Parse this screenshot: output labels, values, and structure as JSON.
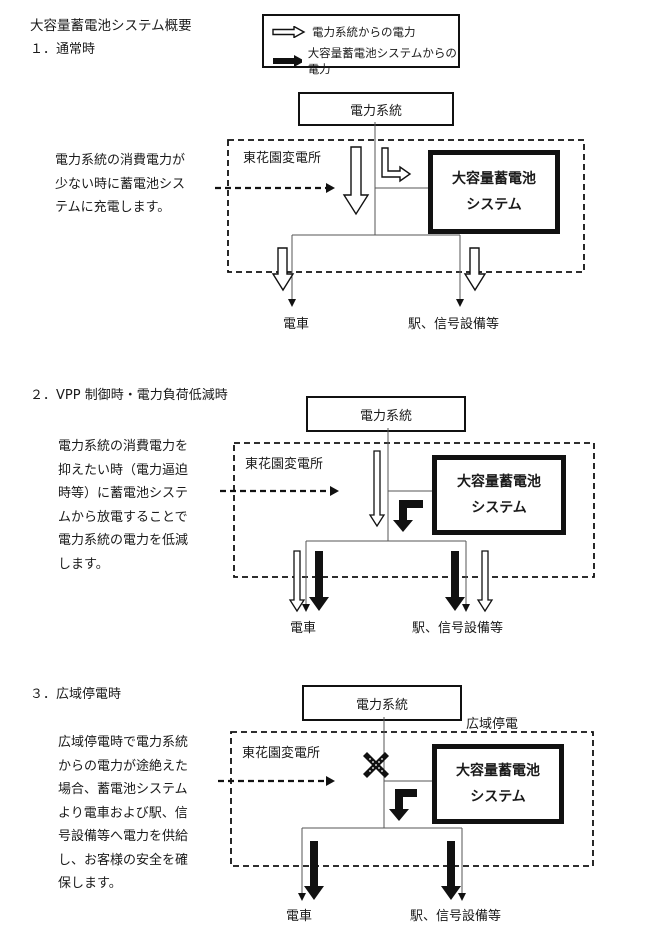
{
  "title": "大容量蓄電池システム概要",
  "legend": {
    "grid_power": "電力系統からの電力",
    "battery_power": "大容量蓄電池システムからの電力"
  },
  "sections": [
    {
      "heading": "１．通常時",
      "grid_label": "電力系統",
      "substation_label": "東花園変電所",
      "battery_label": "大容量蓄電池\nシステム",
      "description": "電力系統の消費電力が\n少ない時に蓄電池シス\nテムに充電します。",
      "load_train": "電車",
      "load_station": "駅、信号設備等"
    },
    {
      "heading": "２．VPP 制御時・電力負荷低減時",
      "grid_label": "電力系統",
      "substation_label": "東花園変電所",
      "battery_label": "大容量蓄電池\nシステム",
      "description": "電力系統の消費電力を\n抑えたい時（電力逼迫\n時等）に蓄電池システ\nムから放電することで\n電力系統の電力を低減\nします。",
      "load_train": "電車",
      "load_station": "駅、信号設備等"
    },
    {
      "heading": "３．広域停電時",
      "grid_label": "電力系統",
      "outage_label": "広域停電",
      "substation_label": "東花園変電所",
      "battery_label": "大容量蓄電池\nシステム",
      "description": "広域停電時で電力系統\nからの電力が途絶えた\n場合、蓄電池システム\nより電車および駅、信\n号設備等へ電力を供給\nし、お客様の安全を確\n保します。",
      "load_train": "電車",
      "load_station": "駅、信号設備等"
    }
  ],
  "icons": {
    "grid_flow": "hollow-arrow",
    "battery_flow": "solid-arrow",
    "outage": "x-mark"
  },
  "colors": {
    "line": "#111111",
    "thin_line": "#555555",
    "background": "#ffffff"
  }
}
